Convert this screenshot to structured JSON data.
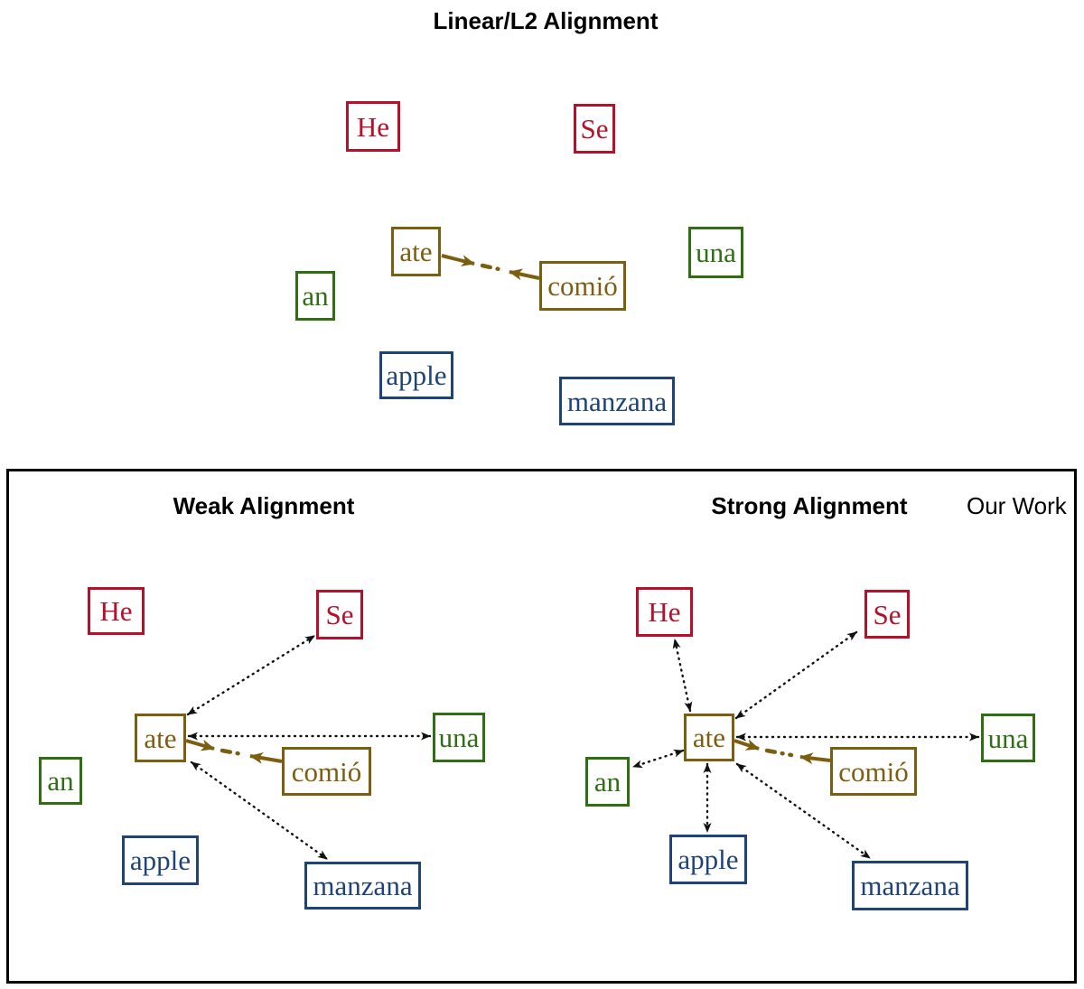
{
  "panels": {
    "linear": {
      "title": "Linear/L2 Alignment",
      "words": {
        "he": "He",
        "se": "Se",
        "ate": "ate",
        "comio": "comió",
        "an": "an",
        "una": "una",
        "apple": "apple",
        "manzana": "manzana"
      }
    },
    "weak": {
      "title": "Weak Alignment",
      "words": {
        "he": "He",
        "se": "Se",
        "ate": "ate",
        "comio": "comió",
        "an": "an",
        "una": "una",
        "apple": "apple",
        "manzana": "manzana"
      }
    },
    "strong": {
      "title": "Strong Alignment",
      "annotation": "Our Work",
      "words": {
        "he": "He",
        "se": "Se",
        "ate": "ate",
        "comio": "comió",
        "an": "an",
        "una": "una",
        "apple": "apple",
        "manzana": "manzana"
      }
    }
  },
  "links": {
    "linear": [
      {
        "source": "ate",
        "target": "comió",
        "type": "pull-together-olive"
      }
    ],
    "weak": [
      {
        "source": "ate",
        "target": "Se",
        "type": "dotted-bidirectional"
      },
      {
        "source": "ate",
        "target": "una",
        "type": "dotted-bidirectional"
      },
      {
        "source": "ate",
        "target": "manzana",
        "type": "dotted-bidirectional"
      },
      {
        "source": "ate",
        "target": "comió",
        "type": "pull-together-olive"
      }
    ],
    "strong": [
      {
        "source": "ate",
        "target": "He",
        "type": "dotted-bidirectional"
      },
      {
        "source": "ate",
        "target": "Se",
        "type": "dotted-bidirectional"
      },
      {
        "source": "ate",
        "target": "an",
        "type": "dotted-bidirectional"
      },
      {
        "source": "ate",
        "target": "una",
        "type": "dotted-bidirectional"
      },
      {
        "source": "ate",
        "target": "apple",
        "type": "dotted-bidirectional"
      },
      {
        "source": "ate",
        "target": "manzana",
        "type": "dotted-bidirectional"
      },
      {
        "source": "ate",
        "target": "comió",
        "type": "pull-together-olive"
      }
    ]
  },
  "colors": {
    "pronoun_red": "#B8102A",
    "verb_olive": "#7D5E10",
    "article_green": "#2F6E12",
    "noun_blue": "#1D4379",
    "arrow_black": "#111111"
  }
}
